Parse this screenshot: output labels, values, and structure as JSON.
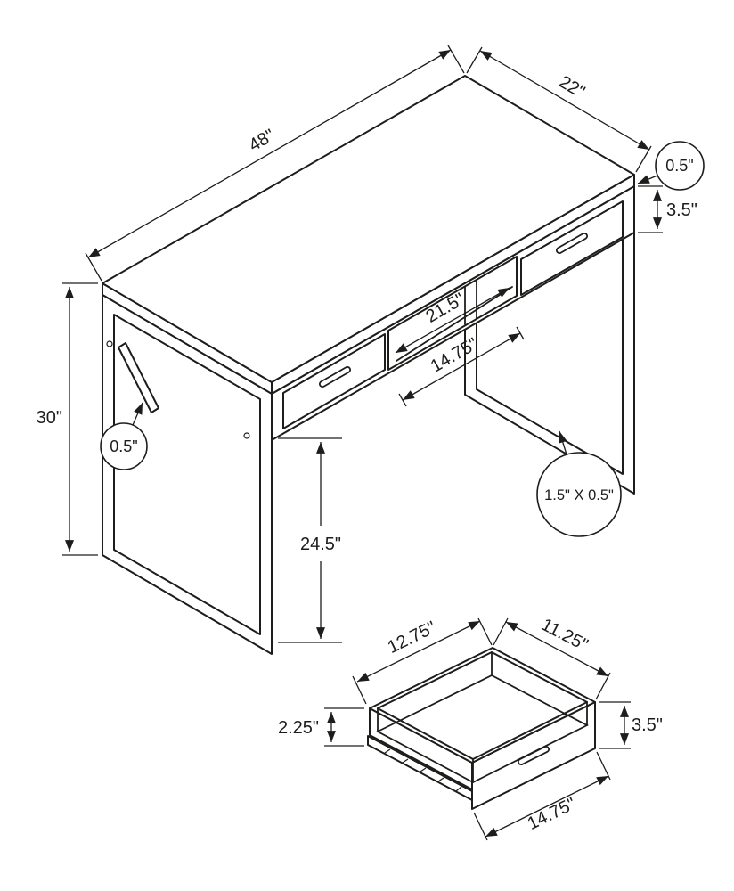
{
  "page": {
    "background": "#ffffff",
    "line_color": "#1d1d1b",
    "type": "furniture-dimension-diagram",
    "subject": "computer desk with two drawers and open shelf"
  },
  "desk": {
    "length": "48\"",
    "depth": "22\"",
    "top_thickness": "0.5\"",
    "apron_height": "3.5\"",
    "height": "30\"",
    "tube": "0.5\"",
    "clearance": "24.5\"",
    "shelf_width": "21.5\"",
    "drawer_width": "14.75\"",
    "leg_profile": "1.5\" X 0.5\""
  },
  "drawer": {
    "inner_length": "12.75\"",
    "inner_depth": "11.25\"",
    "side_height": "2.25\"",
    "front_height": "3.5\"",
    "front_width": "14.75\""
  }
}
